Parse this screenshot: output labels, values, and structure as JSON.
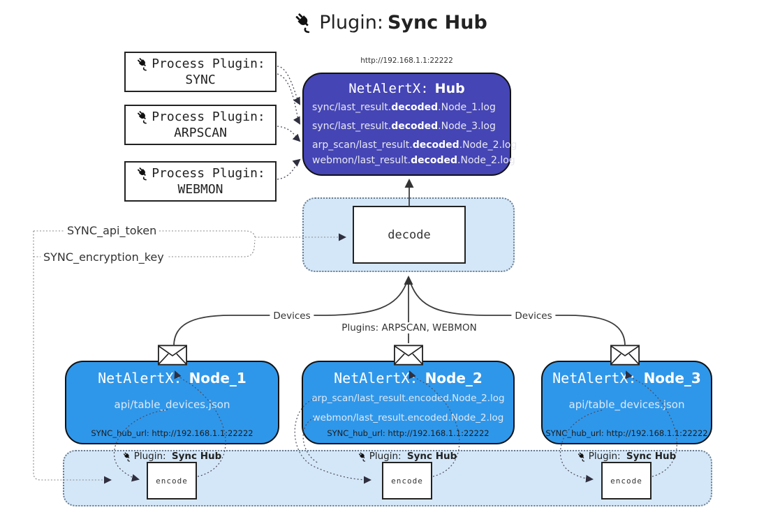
{
  "header": {
    "icon": "plug-icon",
    "prefix": "Plugin:",
    "name": "Sync Hub"
  },
  "hub": {
    "url": "http://192.168.1.1:22222",
    "title_prefix": "NetAlertX:",
    "title_name": "Hub",
    "files": [
      {
        "pre": "sync/last_result.",
        "bold": "decoded",
        "post": ".Node_1.log"
      },
      {
        "pre": "sync/last_result.",
        "bold": "decoded",
        "post": ".Node_3.log"
      },
      {
        "pre": "arp_scan/last_result.",
        "bold": "decoded",
        "post": ".Node_2.log"
      },
      {
        "pre": "webmon/last_result.",
        "bold": "decoded",
        "post": ".Node_2.log"
      }
    ]
  },
  "process_plugins": [
    {
      "label": "Process Plugin:",
      "name": "SYNC"
    },
    {
      "label": "Process Plugin:",
      "name": "ARPSCAN"
    },
    {
      "label": "Process Plugin:",
      "name": "WEBMON"
    }
  ],
  "decode_box": {
    "label": "decode"
  },
  "settings": {
    "api_token": "SYNC_api_token",
    "encryption_key": "SYNC_encryption_key"
  },
  "edge_labels": {
    "devices_left": "Devices",
    "plugins_mid": "Plugins: ARPSCAN, WEBMON",
    "devices_right": "Devices"
  },
  "nodes": [
    {
      "title_prefix": "NetAlertX:",
      "title_name": "Node_1",
      "files": [
        "api/table_devices.json"
      ],
      "hub_url": "SYNC_hub_url: http://192.168.1.1:22222"
    },
    {
      "title_prefix": "NetAlertX:",
      "title_name": "Node_2",
      "files": [
        "arp_scan/last_result.encoded.Node_2.log",
        "webmon/last_result.encoded.Node_2.log"
      ],
      "hub_url": "SYNC_hub_url: http://192.168.1.1:22222"
    },
    {
      "title_prefix": "NetAlertX:",
      "title_name": "Node_3",
      "files": [
        "api/table_devices.json"
      ],
      "hub_url": "SYNC_hub_url: http://192.168.1.1:22222"
    }
  ],
  "encode_section": {
    "plugin_prefix": "Plugin:",
    "plugin_name": "Sync Hub",
    "encode_label": "encode"
  },
  "colors": {
    "hub_fill": "#4545b5",
    "node_fill": "#2f97ea",
    "panel_fill": "#d4e7f8",
    "panel_border": "#6b7d8f",
    "hub_text": "#e8e8f2",
    "node_text": "#dfe9f3",
    "line": "#3c3c3c"
  }
}
